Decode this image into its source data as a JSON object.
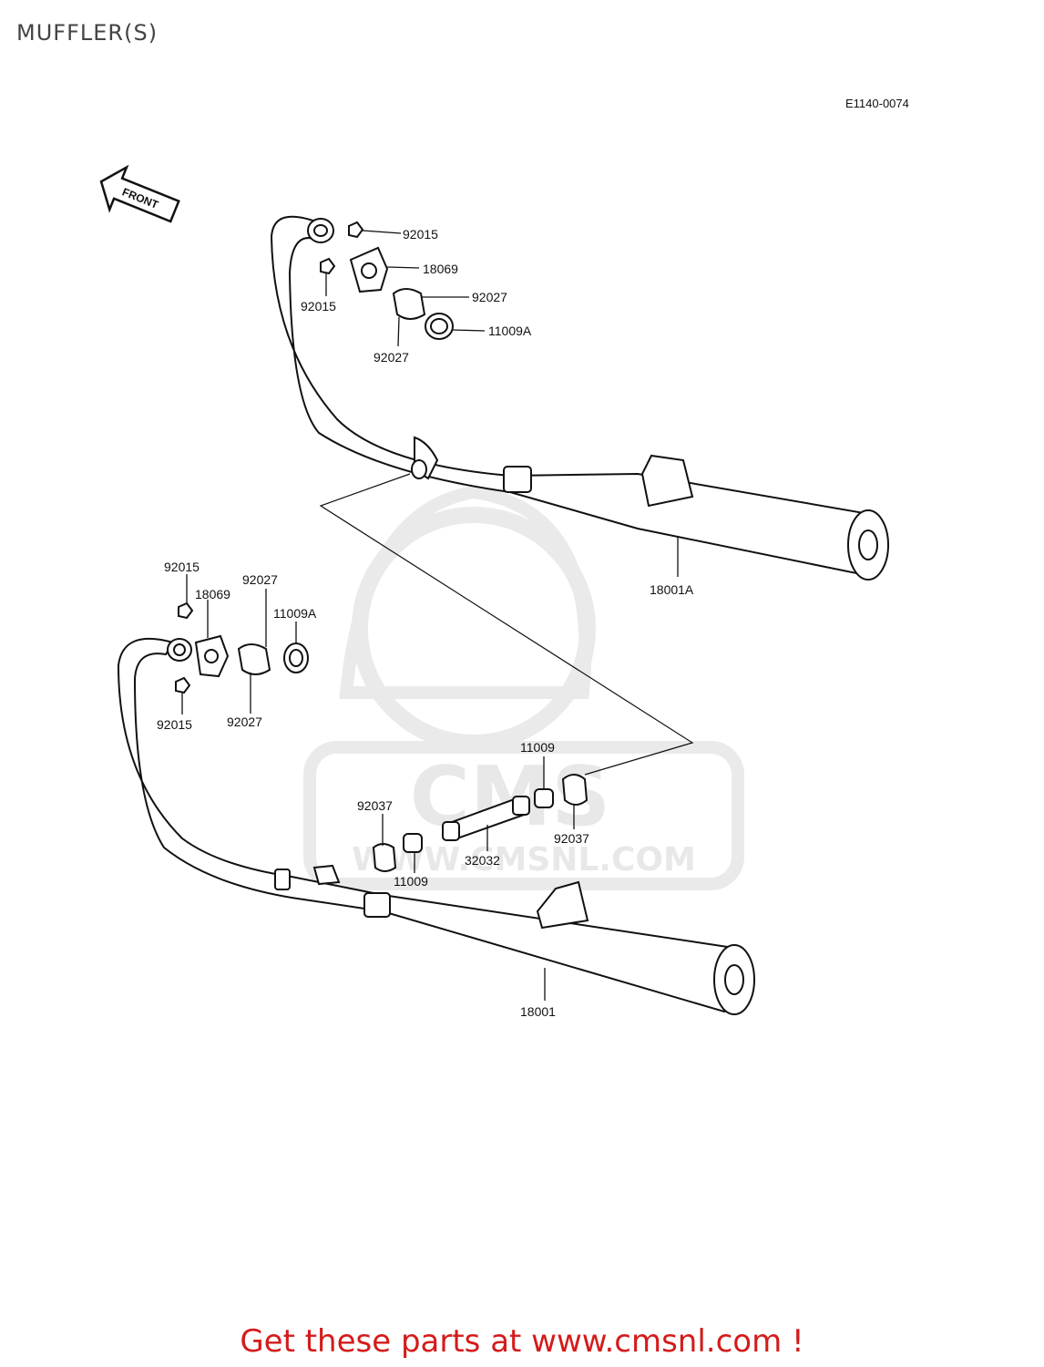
{
  "header": {
    "title": "MUFFLER(S)",
    "diagram_code": "E1140-0074"
  },
  "front_arrow": {
    "label": "FRONT"
  },
  "watermark": {
    "logo_text": "CMS",
    "url_text": "WWW.CMSNL.COM"
  },
  "upper_assembly": {
    "labels": {
      "nut_a": "92015",
      "nut_b": "92015",
      "flange": "18069",
      "collar_a": "92027",
      "collar_b": "92027",
      "gasket": "11009A",
      "muffler": "18001A"
    }
  },
  "lower_assembly": {
    "labels": {
      "nut_a": "92015",
      "nut_b": "92015",
      "flange": "18069",
      "collar_a": "92027",
      "collar_b": "92027",
      "gasket": "11009A",
      "muffler": "18001"
    }
  },
  "connector": {
    "labels": {
      "clamp_a": "92037",
      "clamp_b": "92037",
      "sleeve_a": "11009",
      "sleeve_b": "11009",
      "pipe": "32032"
    }
  },
  "footer": {
    "text": "Get these parts at www.cmsnl.com !",
    "color": "#d41b1b"
  }
}
